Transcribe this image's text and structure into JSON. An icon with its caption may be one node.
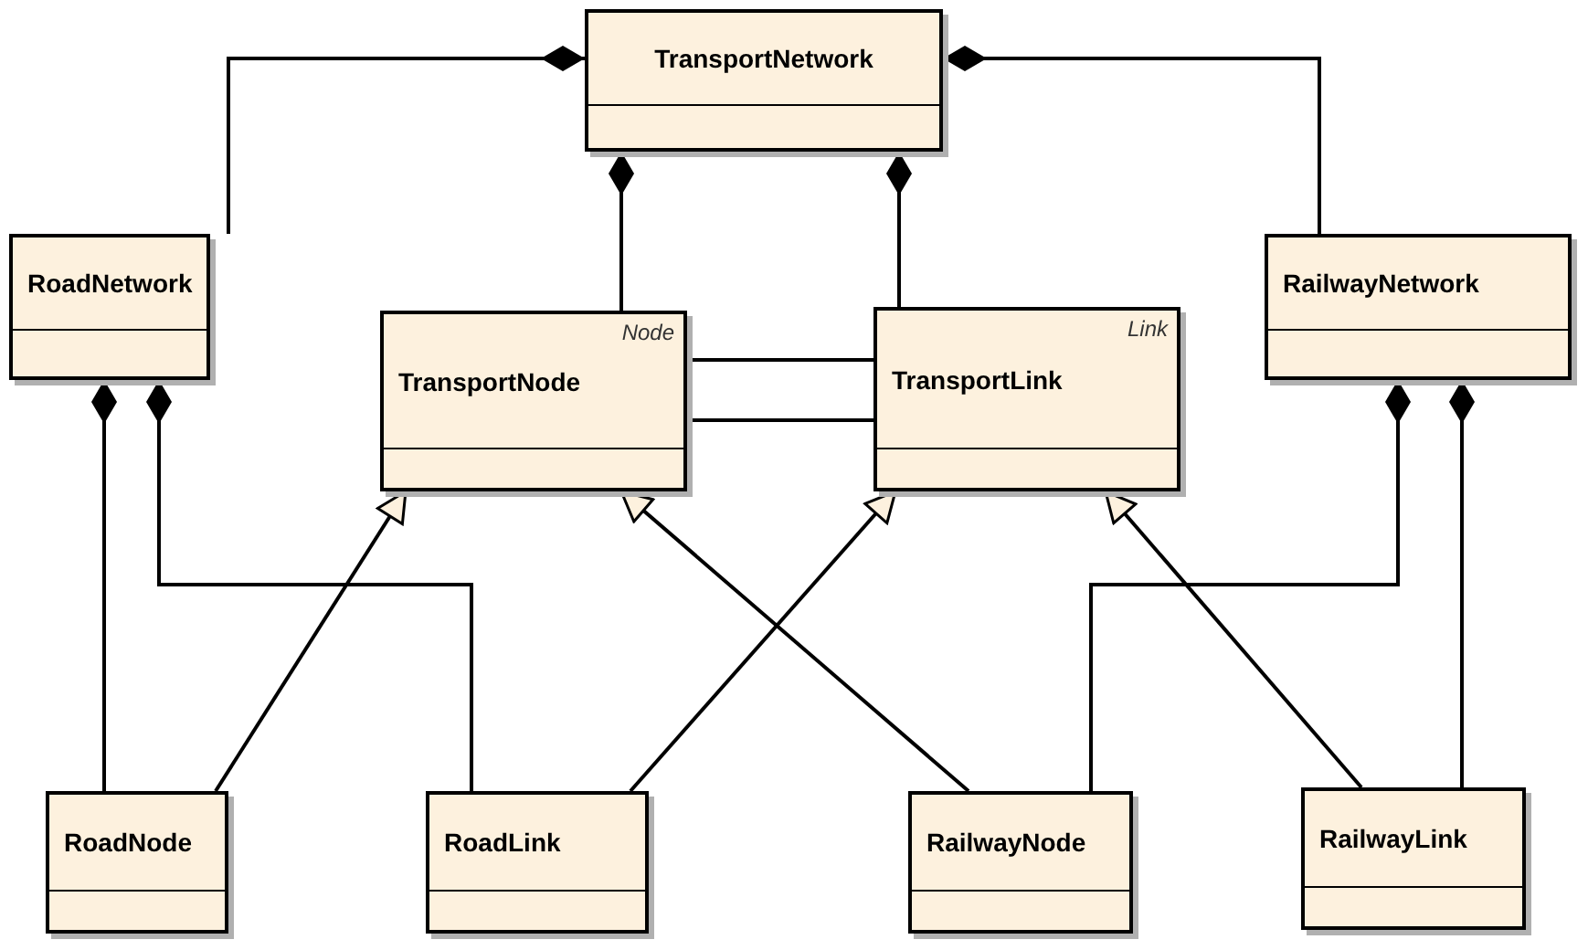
{
  "diagram": {
    "nodes": [
      {
        "text": [
          "TransportNetwork"
        ]
      },
      {
        "text": [
          "RoadNetwork"
        ]
      },
      {
        "text": [
          "Node",
          "TransportNode"
        ]
      },
      {
        "text": [
          "Link",
          "TransportLink"
        ]
      },
      {
        "text": [
          "RailwayNetwork"
        ]
      },
      {
        "text": [
          "RoadNode"
        ]
      },
      {
        "text": [
          "RoadLink"
        ]
      },
      {
        "text": [
          "RailwayNode"
        ]
      },
      {
        "text": [
          "RailwayLink"
        ]
      }
    ],
    "edges": [
      {
        "from": 0,
        "to": 1,
        "arrow": "other"
      },
      {
        "from": 0,
        "to": 4,
        "arrow": "other"
      },
      {
        "from": 0,
        "to": 2,
        "arrow": "other"
      },
      {
        "from": 0,
        "to": 3,
        "arrow": "other"
      },
      {
        "from": 2,
        "to": 3,
        "arrow": "none"
      },
      {
        "from": 2,
        "to": 3,
        "arrow": "none"
      },
      {
        "from": 1,
        "to": 5,
        "arrow": "other"
      },
      {
        "from": 1,
        "to": 6,
        "arrow": "other"
      },
      {
        "from": 4,
        "to": 7,
        "arrow": "other"
      },
      {
        "from": 4,
        "to": 8,
        "arrow": "other"
      },
      {
        "from": 5,
        "to": 2,
        "arrow": "to"
      },
      {
        "from": 7,
        "to": 2,
        "arrow": "to"
      },
      {
        "from": 6,
        "to": 3,
        "arrow": "to"
      },
      {
        "from": 8,
        "to": 3,
        "arrow": "to"
      }
    ]
  }
}
